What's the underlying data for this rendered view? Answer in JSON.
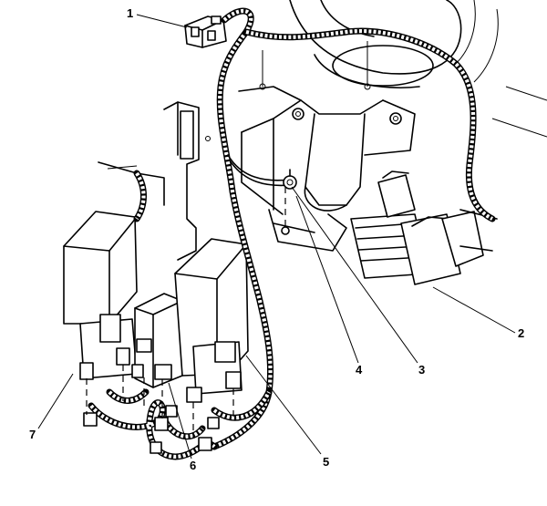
{
  "figure": {
    "callouts": [
      {
        "id": "1",
        "text": "1"
      },
      {
        "id": "2",
        "text": "2"
      },
      {
        "id": "3",
        "text": "3"
      },
      {
        "id": "4",
        "text": "4"
      },
      {
        "id": "5",
        "text": "5"
      },
      {
        "id": "6",
        "text": "6"
      },
      {
        "id": "7",
        "text": "7"
      }
    ]
  }
}
